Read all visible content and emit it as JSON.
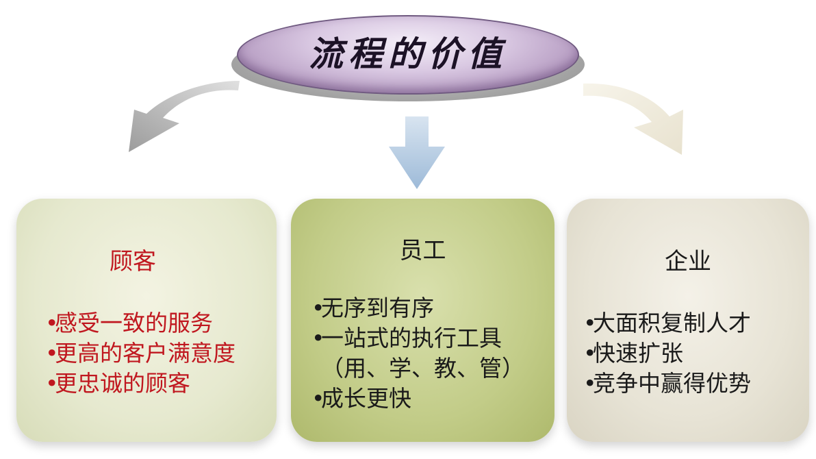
{
  "title": "流程的价值",
  "bullet_char": "•",
  "colors": {
    "title_ellipse": "#c7b1d3",
    "customer_box": "#e6e9cf",
    "employee_box": "#c2cc88",
    "enterprise_box": "#e7e3d5",
    "customer_text": "#c0171f",
    "arrow_left": "#a8a8a8",
    "arrow_mid": "#a9c3de",
    "arrow_right": "#ece7d6"
  },
  "boxes": [
    {
      "heading": "顾客",
      "items": [
        "感受一致的服务",
        "更高的客户满意度",
        "更忠诚的顾客"
      ]
    },
    {
      "heading": "员工",
      "items": [
        "无序到有序",
        "一站式的执行工具",
        "（用、学、教、管）",
        "成长更快"
      ]
    },
    {
      "heading": "企业",
      "items": [
        "大面积复制人才",
        "快速扩张",
        "竞争中赢得优势"
      ]
    }
  ]
}
